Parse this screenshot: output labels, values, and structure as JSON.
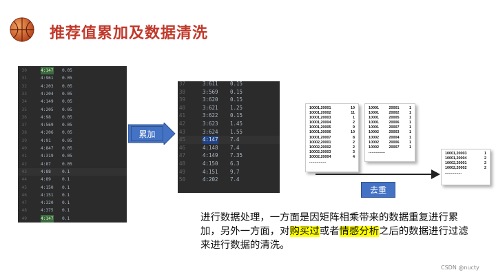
{
  "title": "推荐值累加及数据清洗",
  "accent_color": "#C0392B",
  "logo_icon": "basketball-icon",
  "labels": {
    "accumulate": "累加",
    "dedup": "去重"
  },
  "left_code": [
    {
      "ln": "30",
      "key": "4:147",
      "val": "0.05",
      "hl": true
    },
    {
      "ln": "31",
      "key": "4:961",
      "val": "0.05"
    },
    {
      "ln": "32",
      "key": "4:203",
      "val": "0.05"
    },
    {
      "ln": "33",
      "key": "4:204",
      "val": "0.05"
    },
    {
      "ln": "34",
      "key": "4:149",
      "val": "0.05"
    },
    {
      "ln": "35",
      "key": "4:205",
      "val": "0.05"
    },
    {
      "ln": "36",
      "key": "4:98",
      "val": "0.05"
    },
    {
      "ln": "37",
      "key": "4:569",
      "val": "0.05"
    },
    {
      "ln": "38",
      "key": "4:206",
      "val": "0.05"
    },
    {
      "ln": "39",
      "key": "4:91",
      "val": "0.05"
    },
    {
      "ln": "40",
      "key": "4:847",
      "val": "0.05"
    },
    {
      "ln": "41",
      "key": "4:319",
      "val": "0.05"
    },
    {
      "ln": "42",
      "key": "4:87",
      "val": "0.05"
    },
    {
      "ln": "43",
      "key": "4:88",
      "val": "0.1",
      "cur": true
    },
    {
      "ln": "44",
      "key": "4:89",
      "val": "0.1"
    },
    {
      "ln": "45",
      "key": "4:150",
      "val": "0.1"
    },
    {
      "ln": "46",
      "key": "4:151",
      "val": "0.1"
    },
    {
      "ln": "47",
      "key": "4:320",
      "val": "0.1"
    },
    {
      "ln": "48",
      "key": "4:375",
      "val": "0.1"
    },
    {
      "ln": "49",
      "key": "4:147",
      "val": "0.1",
      "hl": true
    }
  ],
  "right_code": [
    {
      "ln": "37",
      "key": "3:611",
      "val": "0.15"
    },
    {
      "ln": "38",
      "key": "3:569",
      "val": "0.15"
    },
    {
      "ln": "39",
      "key": "3:620",
      "val": "0.15"
    },
    {
      "ln": "40",
      "key": "3:621",
      "val": "1.25"
    },
    {
      "ln": "41",
      "key": "3:622",
      "val": "0.15"
    },
    {
      "ln": "42",
      "key": "3:623",
      "val": "1.45"
    },
    {
      "ln": "43",
      "key": "3:624",
      "val": "1.55"
    },
    {
      "ln": "45",
      "key": "4:147",
      "val": "7.4",
      "sel": true,
      "cur": true
    },
    {
      "ln": "46",
      "key": "4:148",
      "val": "7.4"
    },
    {
      "ln": "47",
      "key": "4:149",
      "val": "7.35"
    },
    {
      "ln": "48",
      "key": "4:150",
      "val": "6.3"
    },
    {
      "ln": "49",
      "key": "4:151",
      "val": "9.7"
    },
    {
      "ln": "50",
      "key": "4:202",
      "val": "7.4"
    }
  ],
  "doc1": {
    "rows": [
      [
        "10001,20001",
        "10"
      ],
      [
        "10001,20002",
        "11"
      ],
      [
        "10001,20003",
        "1"
      ],
      [
        "10001,20004",
        "2"
      ],
      [
        "10001,20005",
        "9"
      ],
      [
        "10001,20006",
        "10"
      ],
      [
        "10001,20007",
        "8"
      ],
      [
        "10002,20001",
        "2"
      ],
      [
        "10002,20002",
        "2"
      ],
      [
        "10002,20003",
        "3"
      ],
      [
        "10002,20004",
        "4"
      ]
    ],
    "dots": "................"
  },
  "doc2": {
    "rows": [
      [
        "10001",
        "20001",
        "1"
      ],
      [
        "10001",
        "20002",
        "1"
      ],
      [
        "10001",
        "20005",
        "1"
      ],
      [
        "10001",
        "20006",
        "1"
      ],
      [
        "10001",
        "20007",
        "1"
      ],
      [
        "10002",
        "20003",
        "1"
      ],
      [
        "10002",
        "20004",
        "1"
      ],
      [
        "10002",
        "20006",
        "1"
      ],
      [
        "10002",
        "20007",
        "1"
      ]
    ],
    "dots": "................"
  },
  "doc3": {
    "rows": [
      [
        "10001,20003",
        "1"
      ],
      [
        "10001,20004",
        "2"
      ],
      [
        "10002,20001",
        "2"
      ],
      [
        "10002,20002",
        "2"
      ]
    ],
    "dots": "................"
  },
  "description": {
    "p1": "进行数据处理，一方面是因矩阵相乘带来的数据重复进行累加，另外一方面，对",
    "h1": "购买过",
    "p2": "或者",
    "h2": "情感分析",
    "p3": "之后的数据进行过滤来进行数据的清洗。"
  },
  "watermark": "CSDN @nucty"
}
